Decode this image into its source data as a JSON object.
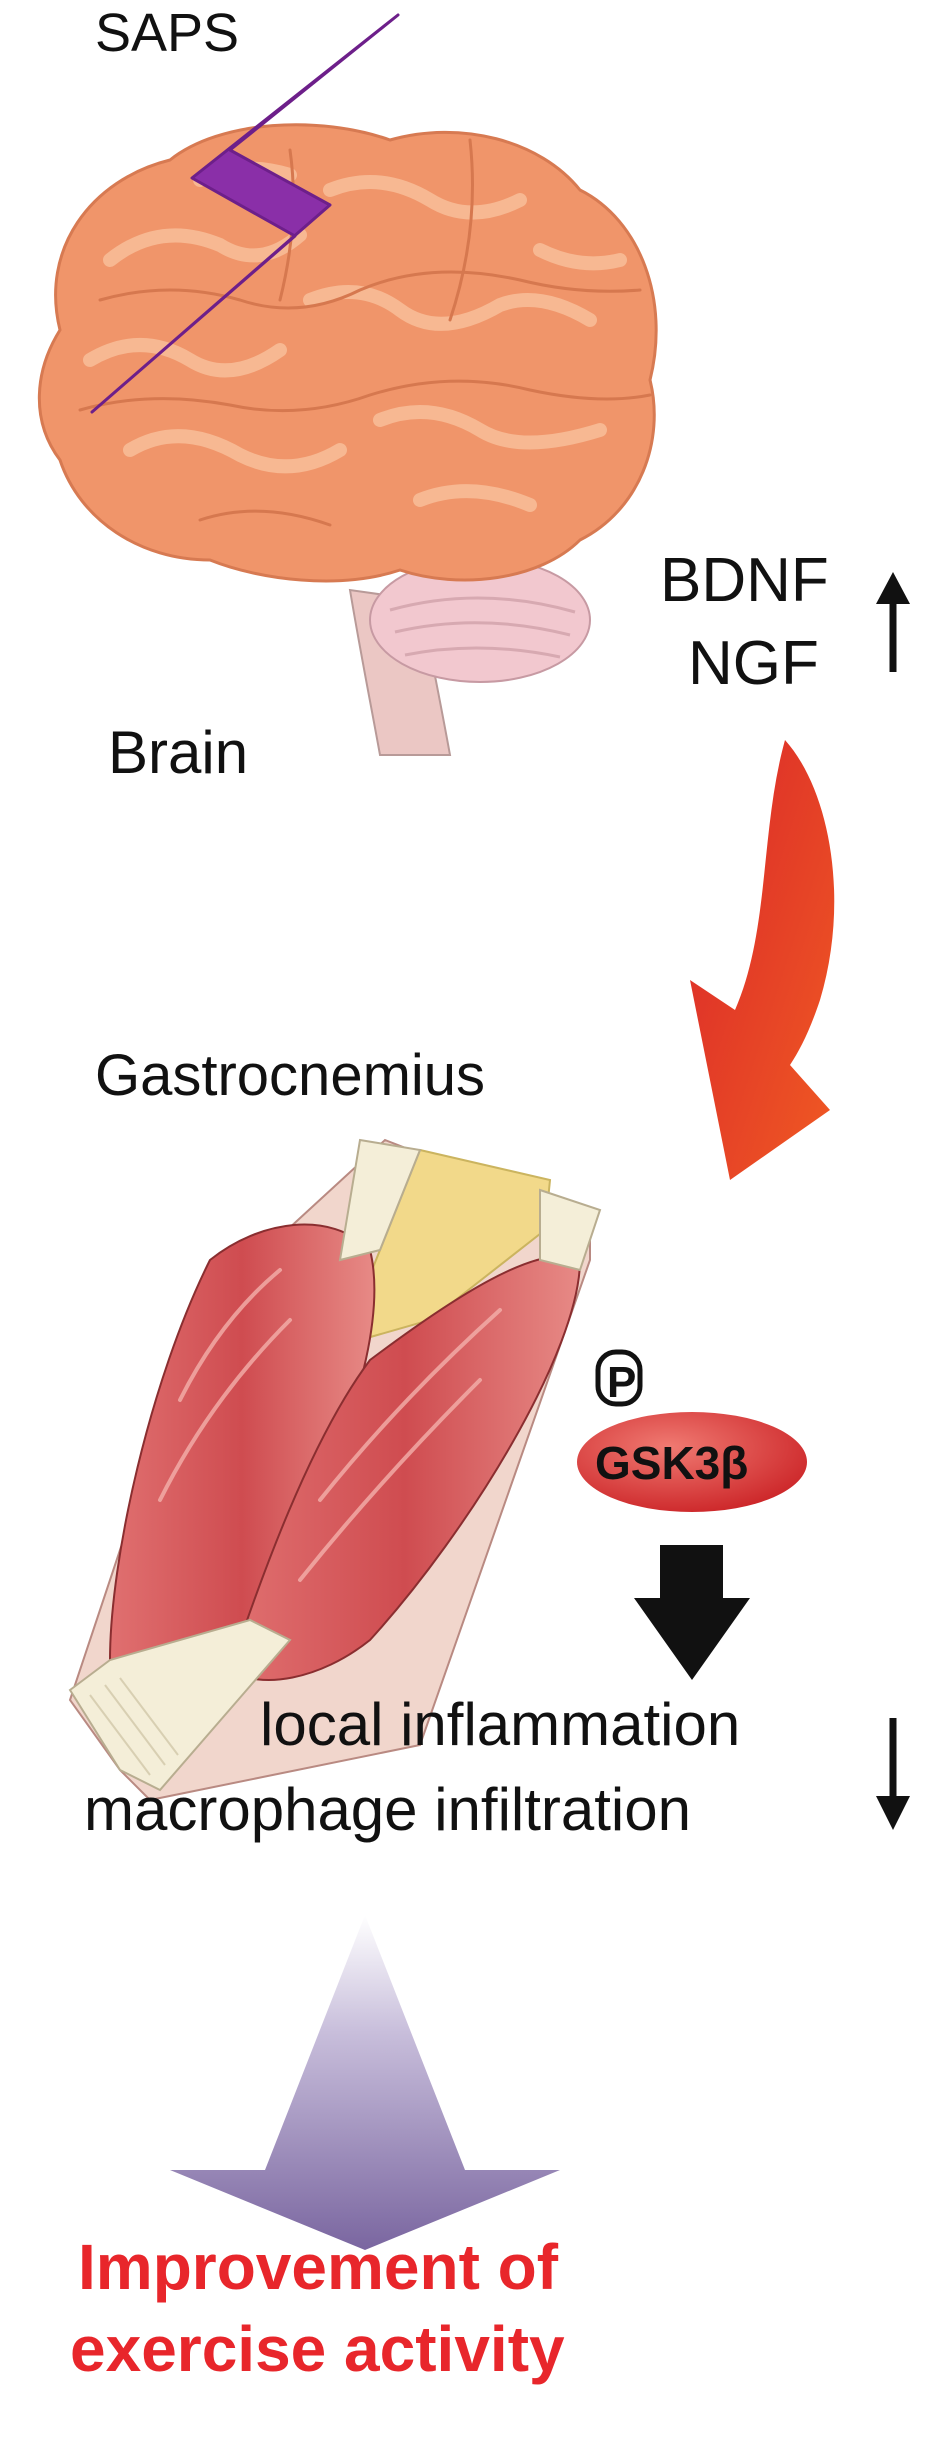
{
  "labels": {
    "saps": "SAPS",
    "brain": "Brain",
    "bdnf": "BDNF",
    "ngf": "NGF",
    "gastrocnemius": "Gastrocnemius",
    "phospho": "P",
    "gsk3b": "GSK3β",
    "inflammation_line1": "local inflammation",
    "inflammation_line2": "macrophage infiltration",
    "outcome_line1": "Improvement of",
    "outcome_line2": "exercise activity"
  },
  "colors": {
    "brain": "#f0956a",
    "brain_highlight": "#f6b58e",
    "cerebellum": "#f2c8cf",
    "lightning": "#8a2fa8",
    "curved_arrow_start": "#d9262a",
    "curved_arrow_end": "#f05a23",
    "muscle": "#d8575a",
    "muscle_light": "#ef9a98",
    "tendon": "#f4eed8",
    "fat": "#f2d98a",
    "gsk_oval": "#d92f2f",
    "down_arrow": "#111111",
    "big_arrow_top": "#ffffff",
    "big_arrow_bottom": "#7a66a0",
    "outcome_text": "#e8262b"
  },
  "indicators": {
    "bdnf_ngf": "up",
    "inflammation": "down"
  }
}
